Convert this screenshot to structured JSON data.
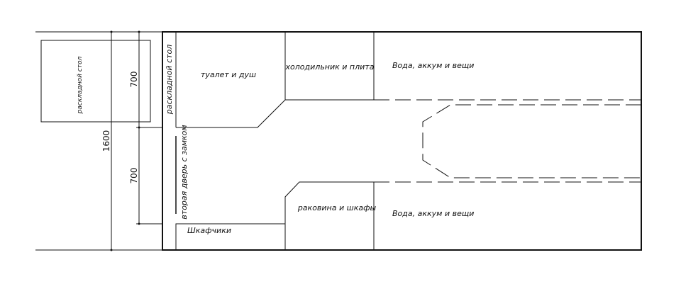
{
  "labels": {
    "folding_table_outside": "раскладной стол",
    "folding_table_wall": "раскладной стол",
    "toilet_shower": "туалет и душ",
    "fridge_stove": "холодильник и плита",
    "water_top": "Вода, аккум и вещи",
    "water_bottom": "Вода, аккум и вещи",
    "second_door": "вторая дверь с замком",
    "sink_cabinets": "раковина и шкафы",
    "lockers": "Шкафчики"
  },
  "dimensions": {
    "total": "1600",
    "upper": "700",
    "lower": "700"
  },
  "colors": {
    "line": "#111111",
    "background": "#ffffff"
  }
}
